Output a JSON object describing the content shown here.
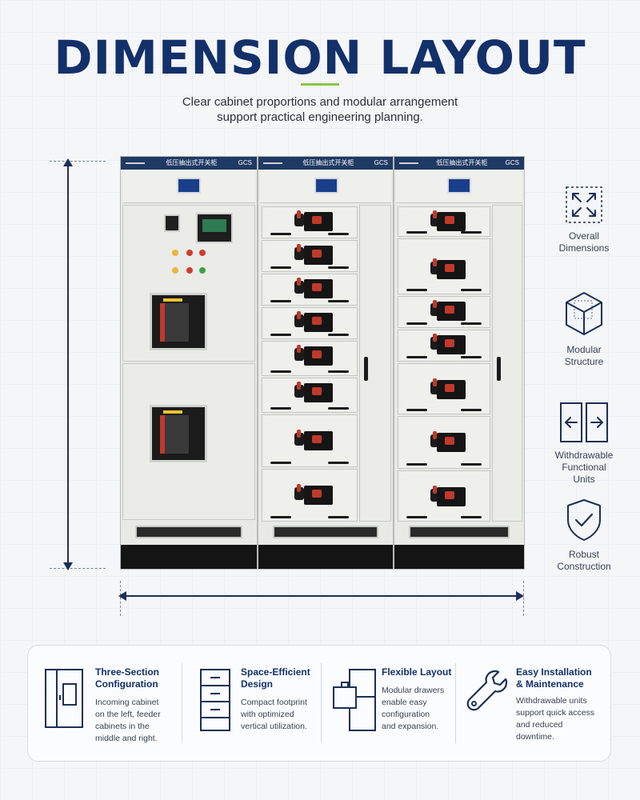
{
  "header": {
    "title": "DIMENSION LAYOUT",
    "subtitle_lines": [
      "Clear cabinet proportions and modular arrangement",
      "support practical engineering planning."
    ]
  },
  "cabinet": {
    "head_label": "低压抽出式开关柜",
    "model": "GCS",
    "sections": 3
  },
  "side_features": [
    {
      "icon": "expand-arrows-icon",
      "lines": [
        "Overall",
        "Dimensions"
      ]
    },
    {
      "icon": "cube-icon",
      "lines": [
        "Modular",
        "Structure"
      ]
    },
    {
      "icon": "split-arrows-icon",
      "lines": [
        "Withdrawable",
        "Functional Units"
      ]
    },
    {
      "icon": "shield-check-icon",
      "lines": [
        "Robust",
        "Construction"
      ]
    }
  ],
  "features": [
    {
      "icon": "cabinet-icon",
      "title_lines": [
        "Three-Section",
        "Configuration"
      ],
      "desc_lines": [
        "Incoming cabinet",
        "on the left, feeder",
        "cabinets in the",
        "middle and right."
      ]
    },
    {
      "icon": "drawers-icon",
      "title_lines": [
        "Space-Efficient",
        "Design"
      ],
      "desc_lines": [
        "Compact footprint",
        "with optimized",
        "vertical utilization."
      ]
    },
    {
      "icon": "layout-icon",
      "title_lines": [
        "Flexible Layout"
      ],
      "desc_lines": [
        "Modular drawers",
        "enable easy",
        "configuration",
        "and expansion."
      ]
    },
    {
      "icon": "wrench-icon",
      "title_lines": [
        "Easy Installation",
        "& Maintenance"
      ],
      "desc_lines": [
        "Withdrawable units",
        "support quick access",
        "and reduced",
        "downtime."
      ]
    }
  ],
  "colors": {
    "navy": "#13306a",
    "accent": "#8cc63f"
  }
}
